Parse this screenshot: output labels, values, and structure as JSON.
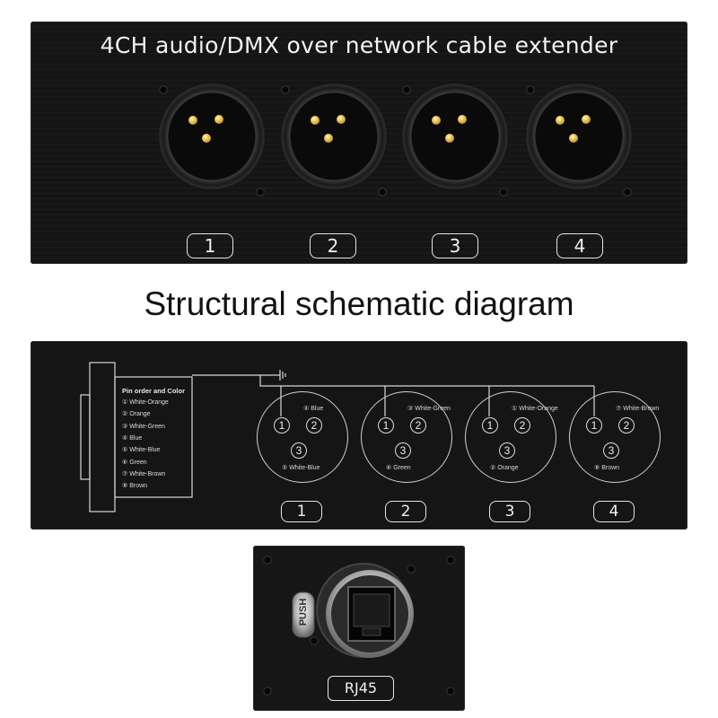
{
  "top_panel": {
    "title": "4CH audio/DMX over network cable extender",
    "channel_labels": [
      "1",
      "2",
      "3",
      "4"
    ],
    "connector_type": "XLR 3-pin"
  },
  "section_title": "Structural schematic diagram",
  "schematic": {
    "legend_title": "Pin order and Color",
    "legend_items": [
      "① White-Orange",
      "② Orange",
      "③ White-Green",
      "④ Blue",
      "⑤ White-Blue",
      "⑥ Green",
      "⑦ White-Brown",
      "⑧ Brown"
    ],
    "pin_numbers": [
      "1",
      "2",
      "3"
    ],
    "channels": [
      {
        "label": "1",
        "pin_top": "④ Blue",
        "pin_bottom": "⑤ White-Blue"
      },
      {
        "label": "2",
        "pin_top": "③ White-Green",
        "pin_bottom": "⑥ Green"
      },
      {
        "label": "3",
        "pin_top": "① White-Orange",
        "pin_bottom": "② Orange"
      },
      {
        "label": "4",
        "pin_top": "⑦ White-Brown",
        "pin_bottom": "⑧ Brown"
      }
    ]
  },
  "rj45_panel": {
    "push_label": "PUSH",
    "port_label": "RJ45"
  }
}
